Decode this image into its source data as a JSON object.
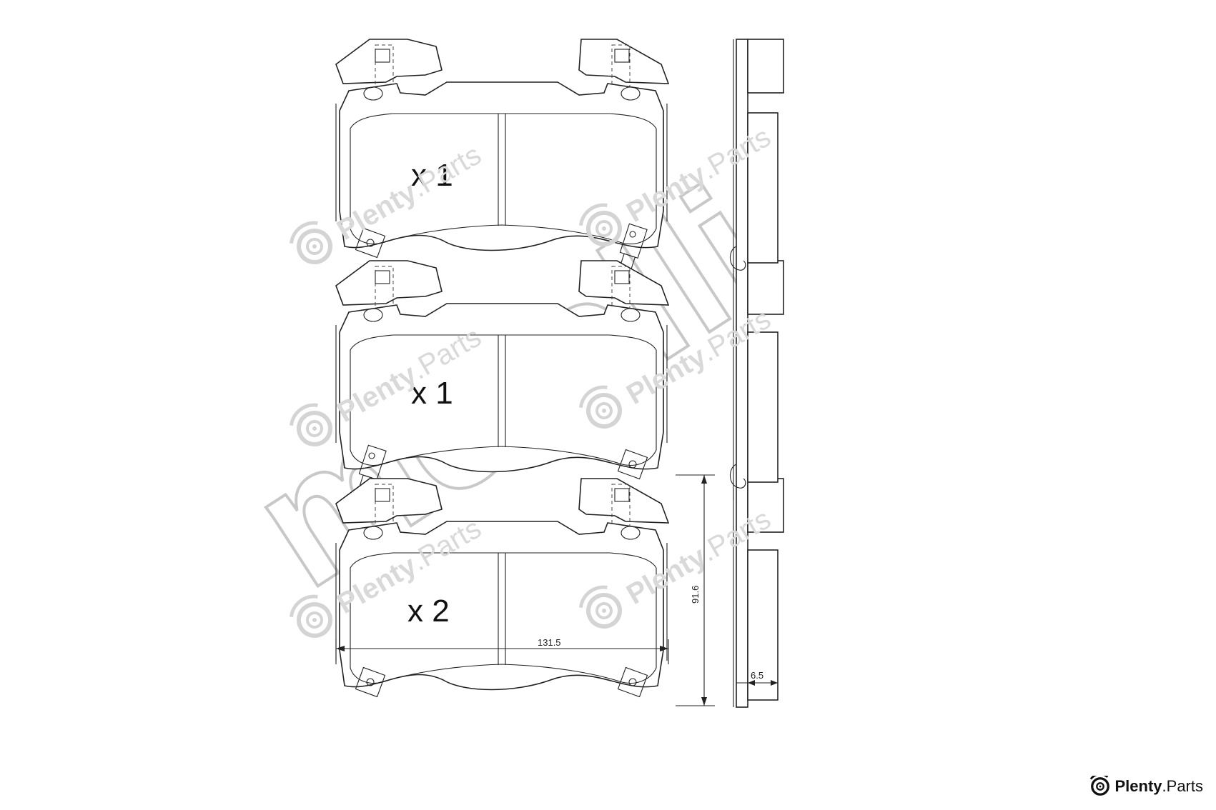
{
  "quantities": [
    "x 1",
    "x 1",
    "x 2"
  ],
  "dimensions": {
    "width": "131.5",
    "height": "91.6",
    "thickness": "6.5"
  },
  "brand_watermark": "metelli",
  "site_watermark": {
    "bold": "Plenty",
    "light": ".Parts"
  },
  "footer_brand": {
    "bold": "Plenty",
    "light": ".Parts"
  },
  "icons": {
    "watermark": "brake-disc-icon",
    "footer": "brake-disc-icon"
  }
}
